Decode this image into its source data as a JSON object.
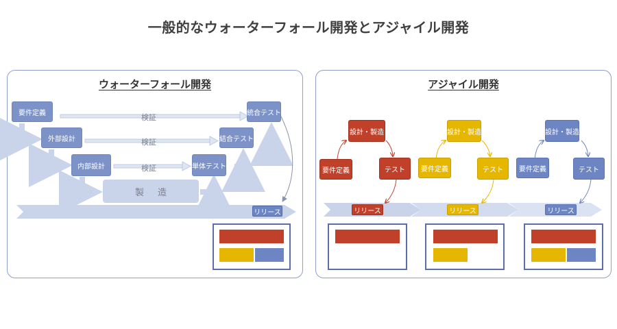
{
  "title": "一般的なウォーターフォール開発とアジャイル開発",
  "waterfall": {
    "title": "ウォーターフォール開発",
    "stages_left": [
      "要件定義",
      "外部設計",
      "内部設計"
    ],
    "stages_right": [
      "統合テスト",
      "結合テスト",
      "単体テスト"
    ],
    "verify_label": "検証",
    "manufacture_label": "製造",
    "release_label": "リリース"
  },
  "agile": {
    "title": "アジャイル開発",
    "cycles": [
      {
        "design": "設計・製造",
        "req": "要件定義",
        "test": "テスト",
        "release": "リリース"
      },
      {
        "design": "設計・製造",
        "req": "要件定義",
        "test": "テスト",
        "release": "リリース"
      },
      {
        "design": "設計・製造",
        "req": "要件定義",
        "test": "テスト",
        "release": "リリース"
      }
    ]
  },
  "colors": {
    "red": "#c0402a",
    "yellow": "#e6b700",
    "blue": "#6d86c3",
    "waterfall_box": "#7d92c6",
    "arrow_light": "#c9d4ea",
    "frame": "#5a6eae"
  }
}
